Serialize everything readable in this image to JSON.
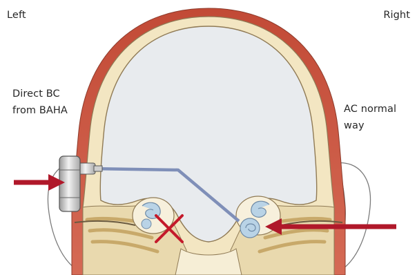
{
  "labels": {
    "left": "Left",
    "right": "Right",
    "left_device_line1": "Direct BC",
    "left_device_line2": "from BAHA",
    "right_path_line1": "AC normal",
    "right_path_line2": "way"
  },
  "colors": {
    "skin": "#c9543f",
    "bone": "#f3e6c2",
    "bone_outline": "#8f7a55",
    "brain": "#e8ebee",
    "arrow": "#b0182a",
    "path": "#7f8fb8",
    "cross": "#c41a2b",
    "cochlea": "#b9d3e6"
  }
}
